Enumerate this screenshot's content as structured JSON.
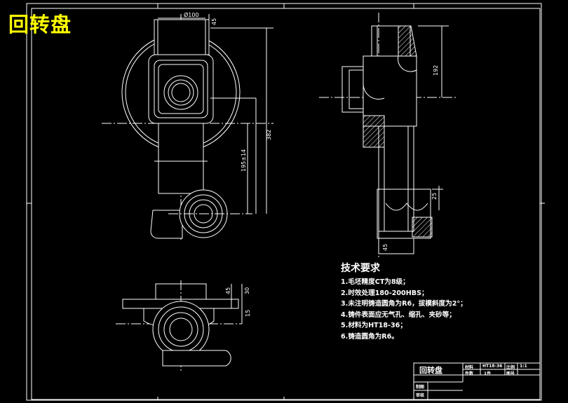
{
  "header_title": "回转盘",
  "notes": {
    "title": "技术要求",
    "items": [
      "1.毛坯精度CT为8级；",
      "2.时效处理180-200HBS；",
      "3.未注明铸造圆角为R6，拔模斜度为2°；",
      "4.铸件表面应无气孔、缩孔、夹砂等；",
      "5.材料为HT18-36；",
      "6.铸造圆角为R6。"
    ]
  },
  "dimensions": {
    "top_width": "Ø100",
    "top_small": "45",
    "total_height": "382",
    "mid_height": "195±14",
    "side_height": "192",
    "side_right": "25",
    "side_bottom": "45",
    "front_a": "45",
    "front_b": "30",
    "front_c": "15"
  },
  "title_block": {
    "part_name": "回转盘",
    "material_label": "材料",
    "material_value": "HT18-36",
    "scale_label": "比例",
    "scale_value": "1:1",
    "qty_label": "件数",
    "qty_value": "1件",
    "sheet_label": "图号",
    "draw_label": "制图",
    "check_label": "审核"
  },
  "colors": {
    "background": "#000000",
    "line": "#ffffff",
    "title": "#ffff00"
  }
}
